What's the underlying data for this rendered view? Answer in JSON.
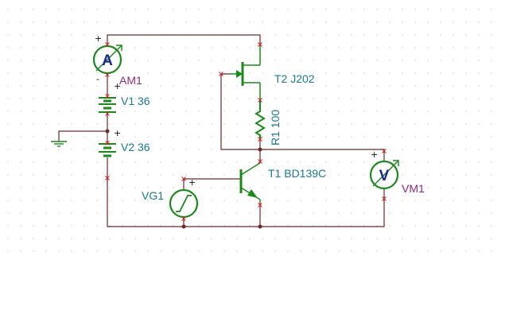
{
  "colors": {
    "label_cyan": "#1a7a8a",
    "label_magenta": "#8a2a7a",
    "component_green": "#1a8a1a",
    "meter_blue": "#1a2a8a",
    "wire": "#6b2a2a",
    "terminal_x": "#cc2222",
    "grid_dot": "#c8c8c8"
  },
  "components": {
    "ammeter": {
      "name": "AM1",
      "glyph": "A"
    },
    "voltmeter": {
      "name": "VM1",
      "glyph": "V"
    },
    "battery_v1": {
      "label": "V1 36"
    },
    "battery_v2": {
      "label": "V2 36"
    },
    "jfet_t2": {
      "label": "T2 J202"
    },
    "resistor_r1": {
      "label": "R1 100"
    },
    "bjt_t1": {
      "label": "T1 BD139C"
    },
    "generator": {
      "name": "VG1"
    }
  },
  "polarity": {
    "plus": "+",
    "minus": "-"
  }
}
